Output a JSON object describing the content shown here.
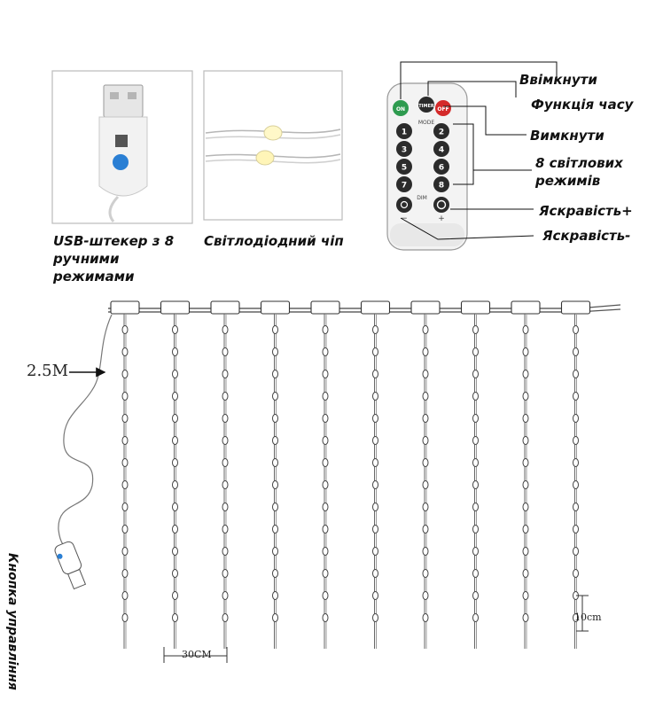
{
  "photos": {
    "usb_caption": "USB-штекер з 8 ручними режимами",
    "chip_caption": "Світлодіодний чіп"
  },
  "remote": {
    "key_on": "ON",
    "key_timer": "TIMER",
    "key_off": "OFF",
    "label_mode": "MODE",
    "label_dim": "DIM",
    "digit_keys": [
      "1",
      "2",
      "3",
      "4",
      "5",
      "6",
      "7",
      "8"
    ],
    "dim_minus": "−",
    "dim_plus": "+",
    "callouts": {
      "on": "Ввімкнути",
      "timer": "Функція часу",
      "off": "Вимкнути",
      "modes": "8 світлових режимів",
      "bright_up": "Яскравість+",
      "bright_down": "Яскравість-"
    }
  },
  "curtain": {
    "cable_length": "2.5M",
    "strand_spacing": "30CM",
    "bulb_spacing": "10cm",
    "control_button": "Кнопка управління",
    "strand_count": 10
  },
  "colors": {
    "on_key": "#2e9b4f",
    "timer_key": "#2b2b2b",
    "off_key": "#d42a2a",
    "remote_body": "#f3f3f3",
    "usb_led": "#2a7fd4",
    "wire": "#8c8c8c"
  }
}
